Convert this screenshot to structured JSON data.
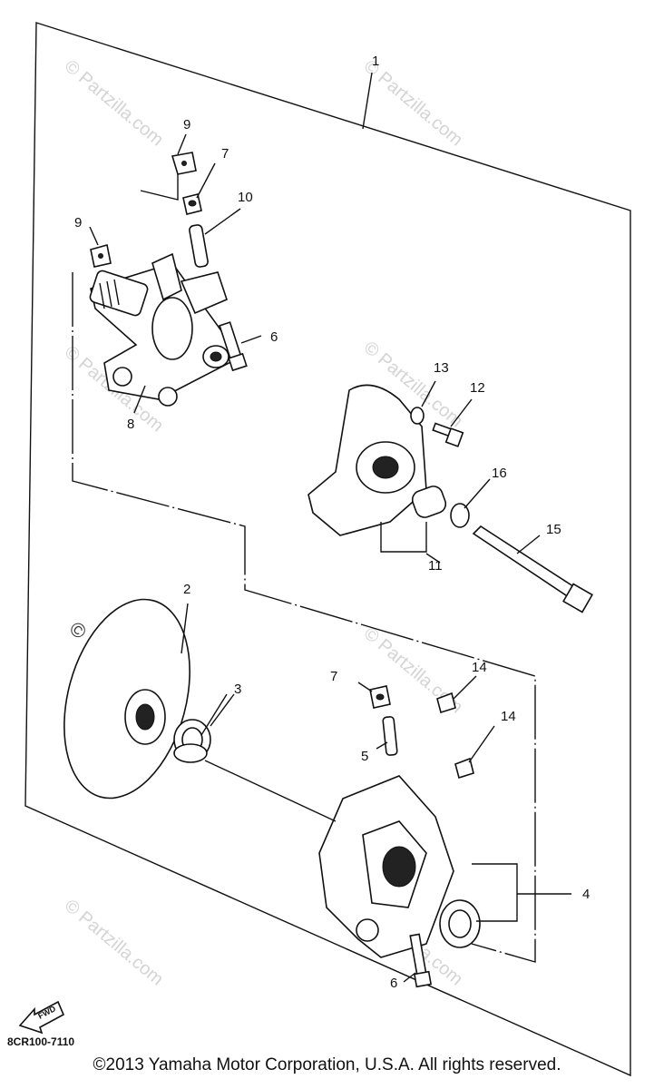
{
  "callouts": {
    "c1": "1",
    "c2": "2",
    "c3": "3",
    "c4": "4",
    "c5": "5",
    "c6a": "6",
    "c6b": "6",
    "c7a": "7",
    "c7b": "7",
    "c8": "8",
    "c9a": "9",
    "c9b": "9",
    "c10": "10",
    "c11": "11",
    "c12": "12",
    "c13": "13",
    "c14a": "14",
    "c14b": "14",
    "c15": "15",
    "c16": "16"
  },
  "watermark": "© Partzilla.com",
  "diagram_code": "8CR100-7110",
  "fwd_label": "FWD",
  "copyright": "©2013  Yamaha Motor Corporation, U.S.A. All rights reserved."
}
